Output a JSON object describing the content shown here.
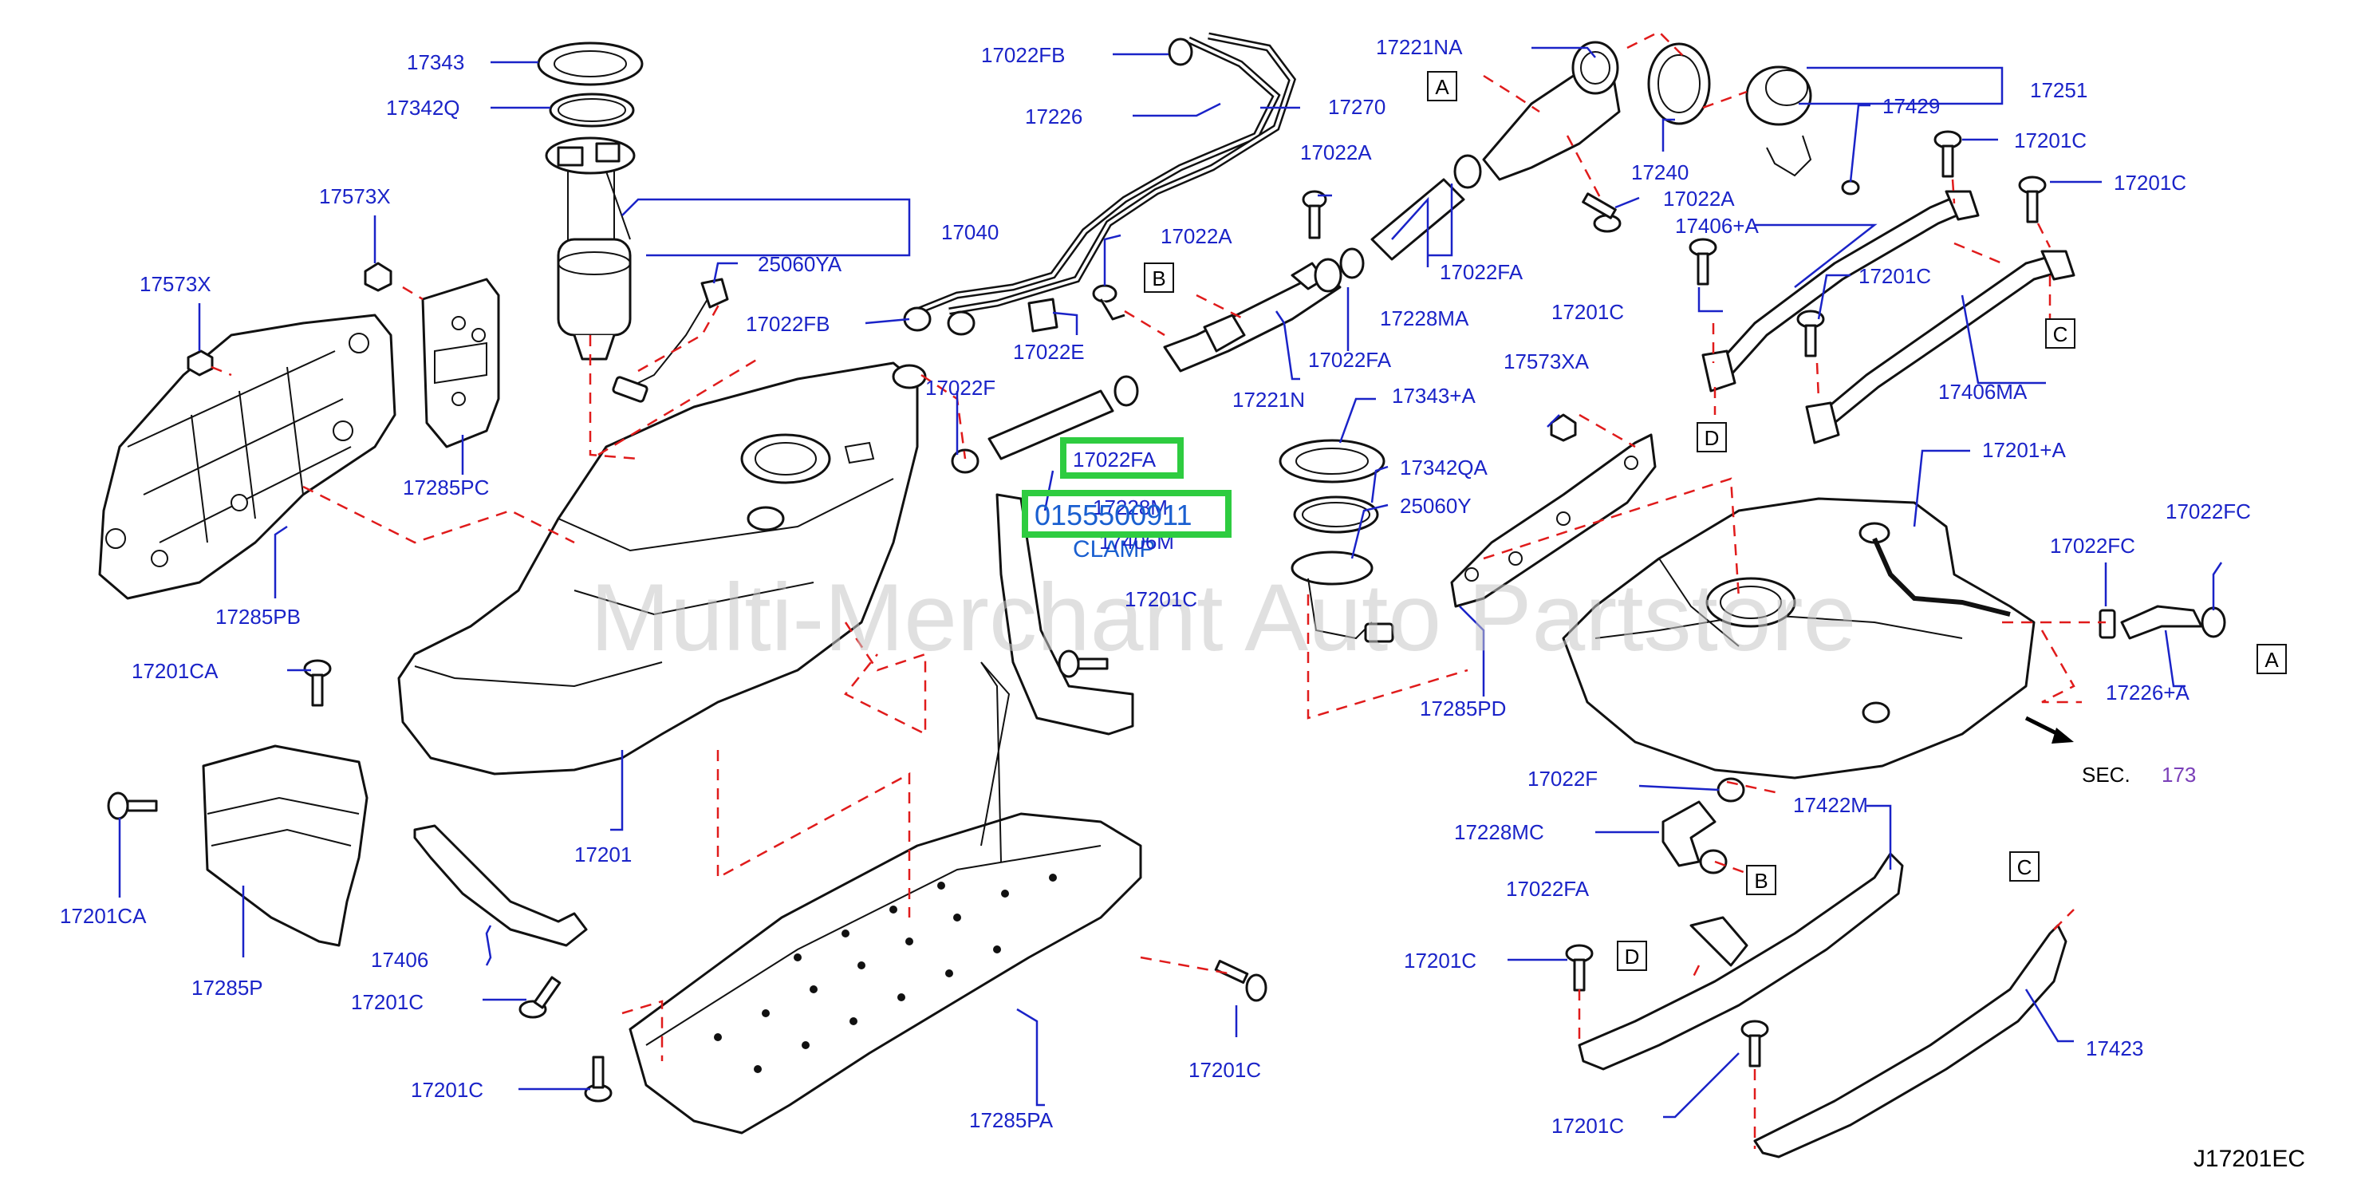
{
  "diagram": {
    "code": "J17201EC",
    "watermark": "Multi-Merchant Auto Partstore",
    "section_ref": {
      "prefix": "SEC.",
      "number": "173"
    },
    "highlight": {
      "part_label": "17022FA",
      "part_number": "0155500911",
      "clamp_label": "CLAMP",
      "under_top": "17228M",
      "under_bottom": "17406M"
    },
    "ref_letters": {
      "a": "A",
      "b": "B",
      "c": "C",
      "d": "D"
    },
    "labels": {
      "p17343": "17343",
      "p17342q": "17342Q",
      "p17040": "17040",
      "p25060ya": "25060YA",
      "p17022fb_top": "17022FB",
      "p17226": "17226",
      "p17270": "17270",
      "p17022fb_mid": "17022FB",
      "p17022e": "17022E",
      "p17022a_left": "17022A",
      "p17022a_mid": "17022A",
      "p17022f_mid": "17022F",
      "p17573x_top": "17573X",
      "p17573x_left": "17573X",
      "p17285pc": "17285PC",
      "p17285pb": "17285PB",
      "p17221na": "17221NA",
      "p17240": "17240",
      "p17022a_right": "17022A",
      "p17022fa_mid1": "17022FA",
      "p17228ma": "17228MA",
      "p17022fa_mid2": "17022FA",
      "p17221n": "17221N",
      "p17251": "17251",
      "p17429": "17429",
      "p17201c_tr1": "17201C",
      "p17201c_tr2": "17201C",
      "p17406a": "17406+A",
      "p17201c_tr3": "17201C",
      "p17201c_tr4": "17201C",
      "p17406ma": "17406MA",
      "p17573xa": "17573XA",
      "p17343a": "17343+A",
      "p17342qa": "17342QA",
      "p25060y": "25060Y",
      "p17201c_mid": "17201C",
      "p17285pd": "17285PD",
      "p17201a": "17201+A",
      "p17022fc_1": "17022FC",
      "p17022fc_2": "17022FC",
      "p17226a": "17226+A",
      "p17201ca_top": "17201CA",
      "p17201ca_bot": "17201CA",
      "p17285p": "17285P",
      "p17201": "17201",
      "p17406": "17406",
      "p17201c_lb1": "17201C",
      "p17201c_lb2": "17201C",
      "p17285pa": "17285PA",
      "p17201c_bm": "17201C",
      "p17022f_br": "17022F",
      "p17228mc": "17228MC",
      "p17022fa_br": "17022FA",
      "p17422m": "17422M",
      "p17201c_br1": "17201C",
      "p17201c_br2": "17201C",
      "p17423": "17423"
    }
  }
}
